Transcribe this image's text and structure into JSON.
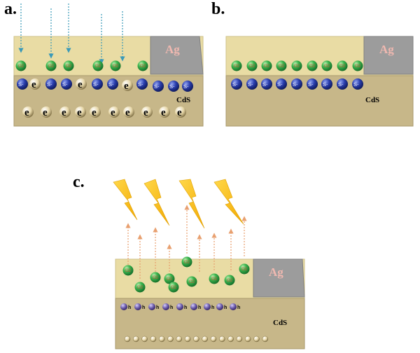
{
  "panels": [
    {
      "label": "a.",
      "metal": "Ag",
      "substrate": "CdS",
      "ion_label": "S-",
      "electron_label": "e",
      "o2_label": "O2"
    },
    {
      "label": "b.",
      "metal": "Ag",
      "substrate": "CdS",
      "ion_label": "S-",
      "o2_label": "O2"
    },
    {
      "label": "c.",
      "metal": "Ag",
      "substrate": "CdS",
      "hole_label": "h",
      "o2_label": "O2"
    }
  ],
  "colors": {
    "top_layer": "#e9dca4",
    "cds_layer": "#c7b789",
    "ag_block": "#9c9c9c",
    "o2_sphere": "#2fa84a",
    "s_sphere": "#2a3e9e",
    "e_sphere": "#d9c89a",
    "h_sphere": "#6a5aa8",
    "lightning": "#ffc000",
    "arrow_down": "#3a9ab8",
    "arrow_up": "#e8a070"
  },
  "icons": {
    "o2": "green-sphere-icon",
    "sulfur_ion": "blue-sphere-icon",
    "electron": "electron-sphere-icon",
    "hole": "hole-sphere-icon",
    "photon": "lightning-bolt-icon"
  }
}
